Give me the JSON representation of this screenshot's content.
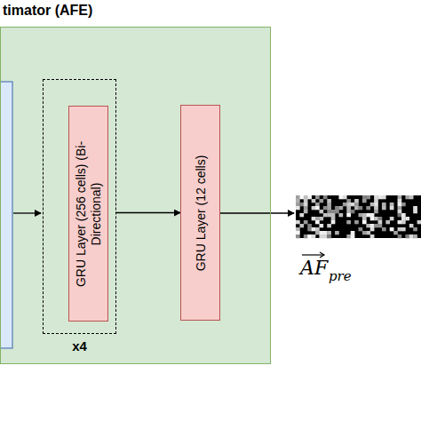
{
  "diagram": {
    "nodes": [
      {
        "text": [
          "timator (AFE)"
        ]
      },
      {
        "text": [
          "x4"
        ],
        "in": 0
      },
      {
        "text": [
          "GRU Layer (256 cells) (Bi-Directional)"
        ],
        "in": 1
      },
      {
        "text": [
          "GRU Layer (12 cells)"
        ],
        "in": 0
      }
    ],
    "edges": [
      {
        "from": 1,
        "to": 3,
        "arrow": "to"
      }
    ],
    "labels": [
      "AF",
      "pre"
    ]
  }
}
